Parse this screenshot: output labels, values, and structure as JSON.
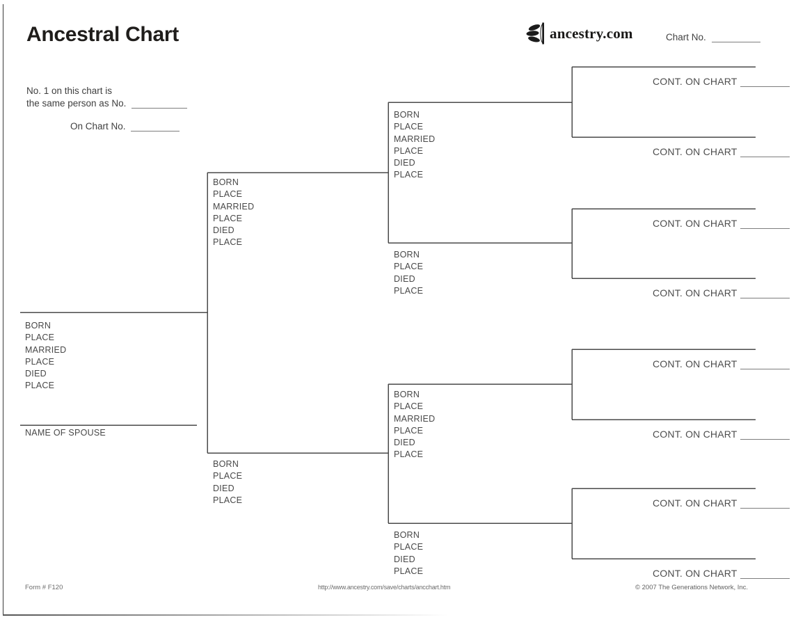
{
  "header": {
    "title": "Ancestral Chart",
    "brand": "ancestry.com",
    "logo_icon": "ancestry-leaf-icon",
    "chart_no_label": "Chart No."
  },
  "intro": {
    "line1": "No. 1 on this chart is",
    "line2": "the same person as No.",
    "line3": "On Chart No."
  },
  "slots": {
    "full_labels": [
      "BORN",
      "PLACE",
      "MARRIED",
      "PLACE",
      "DIED",
      "PLACE"
    ],
    "short_labels": [
      "BORN",
      "PLACE",
      "DIED",
      "PLACE"
    ],
    "spouse_label": "NAME OF SPOUSE",
    "cont_label": "CONT. ON CHART"
  },
  "footer": {
    "form_number": "Form # F120",
    "url": "http://www.ancestry.com/save/charts/ancchart.htm",
    "copyright": "© 2007 The Generations Network, Inc."
  },
  "colors": {
    "ink": "#4a4a4a",
    "title_ink": "#1f1d1b"
  }
}
